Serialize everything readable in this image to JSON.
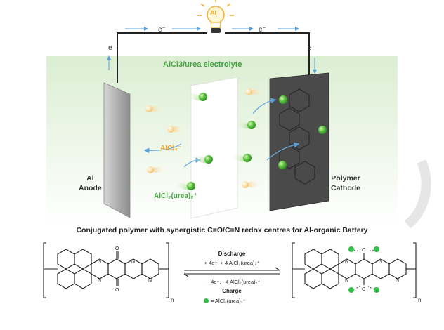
{
  "top": {
    "electron_labels": [
      "e⁻",
      "e⁻",
      "e⁻",
      "e⁻"
    ],
    "bulb_text": "Al"
  },
  "electrolyte": {
    "label": "AlCl3/urea electrolyte"
  },
  "electrodes": {
    "anode_line1": "Al",
    "anode_line2": "Anode",
    "cathode_line1": "Polymer",
    "cathode_line2": "Cathode"
  },
  "ions": {
    "anion_label": "AlCl₄⁻",
    "cation_label": "AlCl₂(urea)₂⁺"
  },
  "caption": "Conjugated polymer with synergistic C=O/C=N redox centres for Al-organic Battery",
  "reaction": {
    "discharge": "Discharge",
    "discharge_conditions": "+ 4e⁻, + 4 AlCl₂(urea)₂⁺",
    "charge_conditions": "- 4e⁻, - 4 AlCl₂(urea)₂⁺",
    "charge": "Charge",
    "legend": "= AlCl₂(urea)₂⁺",
    "repeat_subscript": "n",
    "left_atoms": {
      "N": "N",
      "O": "O"
    },
    "right_atoms": {
      "N": "N",
      "O": "O"
    }
  },
  "colors": {
    "electrolyte_bg": "#dff0d8",
    "anion": "#f0a52a",
    "cation": "#46a53f",
    "cation_dot": "#2fbf4a",
    "wire": "#222222",
    "arrow": "#5aa0d8"
  }
}
